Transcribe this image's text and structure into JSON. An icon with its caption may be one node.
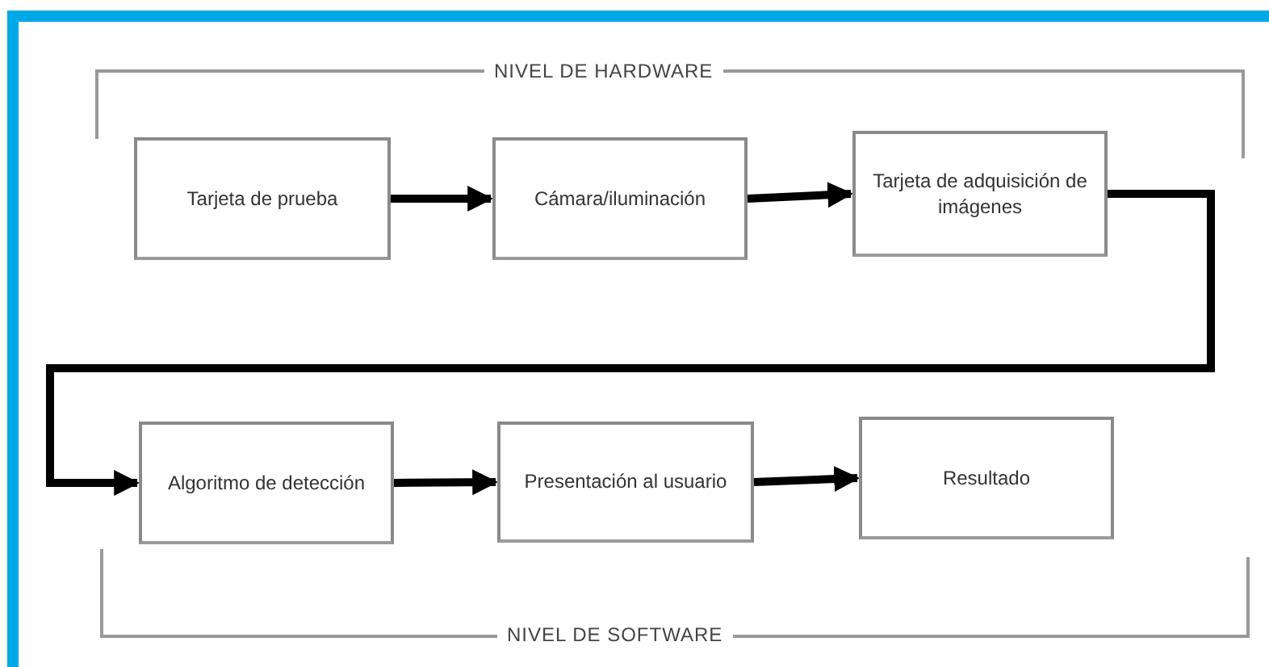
{
  "diagram": {
    "nodes": [
      {
        "text": [
          "Tarjeta de prueba"
        ]
      },
      {
        "text": [
          "Cámara/iluminación"
        ]
      },
      {
        "text": [
          "Tarjeta de adquisición de imágenes"
        ]
      },
      {
        "text": [
          "Algoritmo de detección"
        ]
      },
      {
        "text": [
          "Presentación al usuario"
        ]
      },
      {
        "text": [
          "Resultado"
        ]
      }
    ],
    "edges": [
      {
        "from": 0,
        "to": 1,
        "arrow": "to"
      },
      {
        "from": 1,
        "to": 2,
        "arrow": "to"
      },
      {
        "from": 2,
        "to": 3,
        "arrow": "to"
      },
      {
        "from": 3,
        "to": 4,
        "arrow": "to"
      },
      {
        "from": 4,
        "to": 5,
        "arrow": "to"
      }
    ],
    "labels": [
      "NIVEL DE HARDWARE",
      "NIVEL DE SOFTWARE"
    ]
  }
}
